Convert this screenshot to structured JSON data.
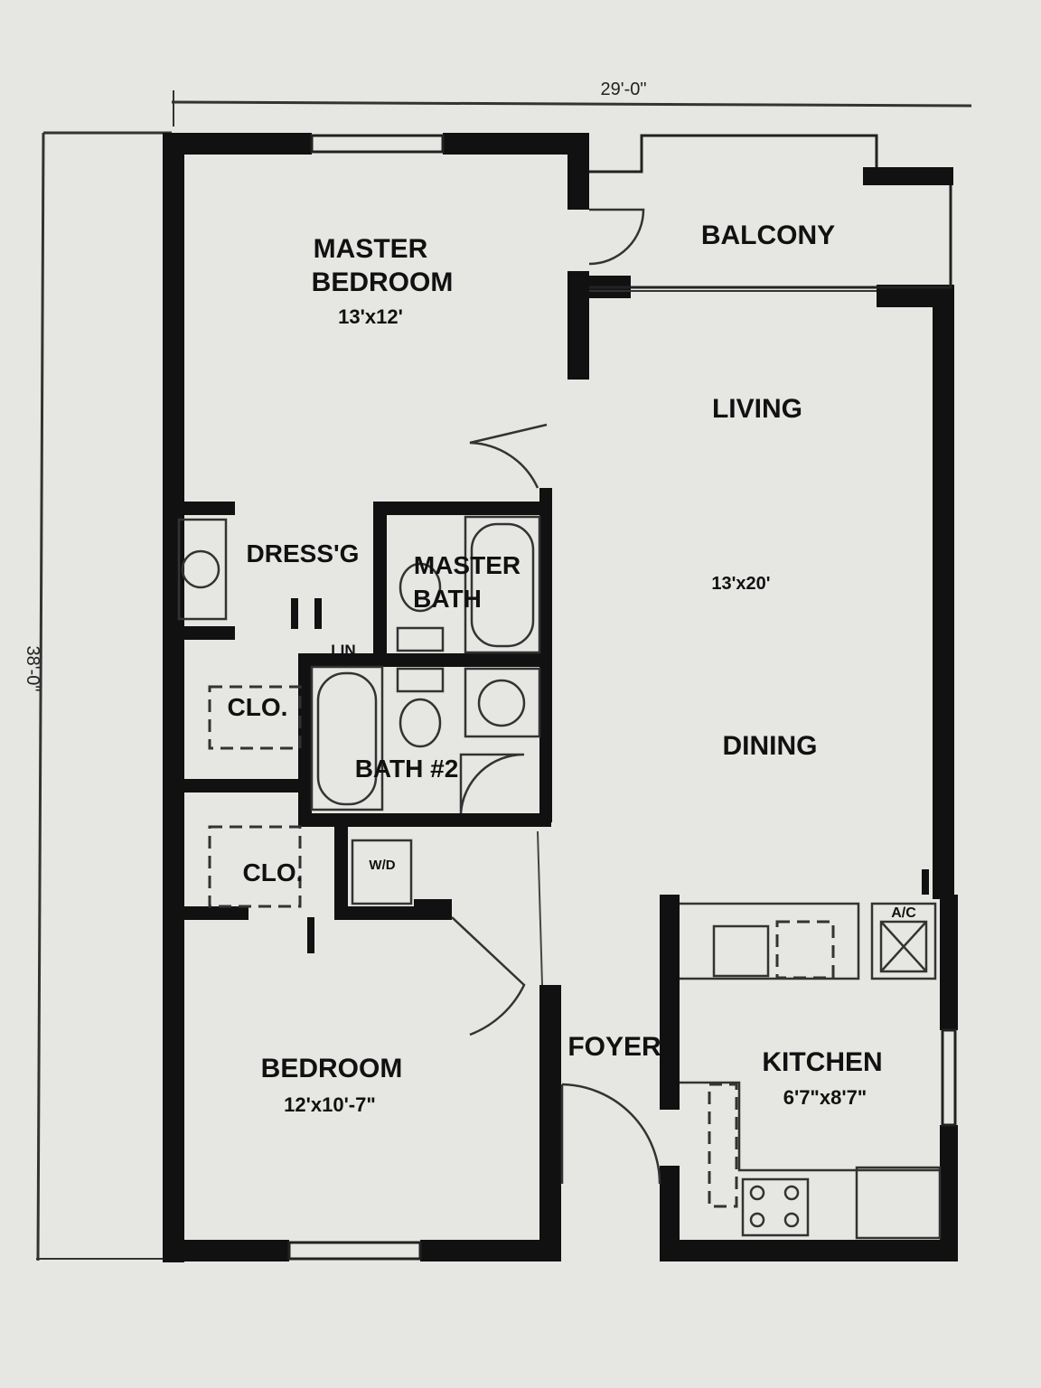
{
  "dimensions": {
    "width": "29'-0\"",
    "depth": "38'-0\""
  },
  "rooms": {
    "master_bedroom": {
      "name_line1": "MASTER",
      "name_line2": "BEDROOM",
      "size": "13'x12'"
    },
    "balcony": {
      "name": "BALCONY"
    },
    "living": {
      "name": "LIVING",
      "size": "13'x20'"
    },
    "dining": {
      "name": "DINING"
    },
    "dressing": {
      "name": "DRESS'G"
    },
    "master_bath": {
      "name_line1": "MASTER",
      "name_line2": "BATH"
    },
    "linen": {
      "name": "LIN"
    },
    "closet1": {
      "name": "CLO."
    },
    "bath2": {
      "name": "BATH #2"
    },
    "closet2": {
      "name": "CLO."
    },
    "washer_dryer": {
      "name": "W/D"
    },
    "foyer": {
      "name": "FOYER"
    },
    "ac": {
      "name": "A/C"
    },
    "kitchen": {
      "name": "KITCHEN",
      "size": "6'7\"x8'7\""
    },
    "bedroom": {
      "name": "BEDROOM",
      "size": "12'x10'-7\""
    }
  }
}
